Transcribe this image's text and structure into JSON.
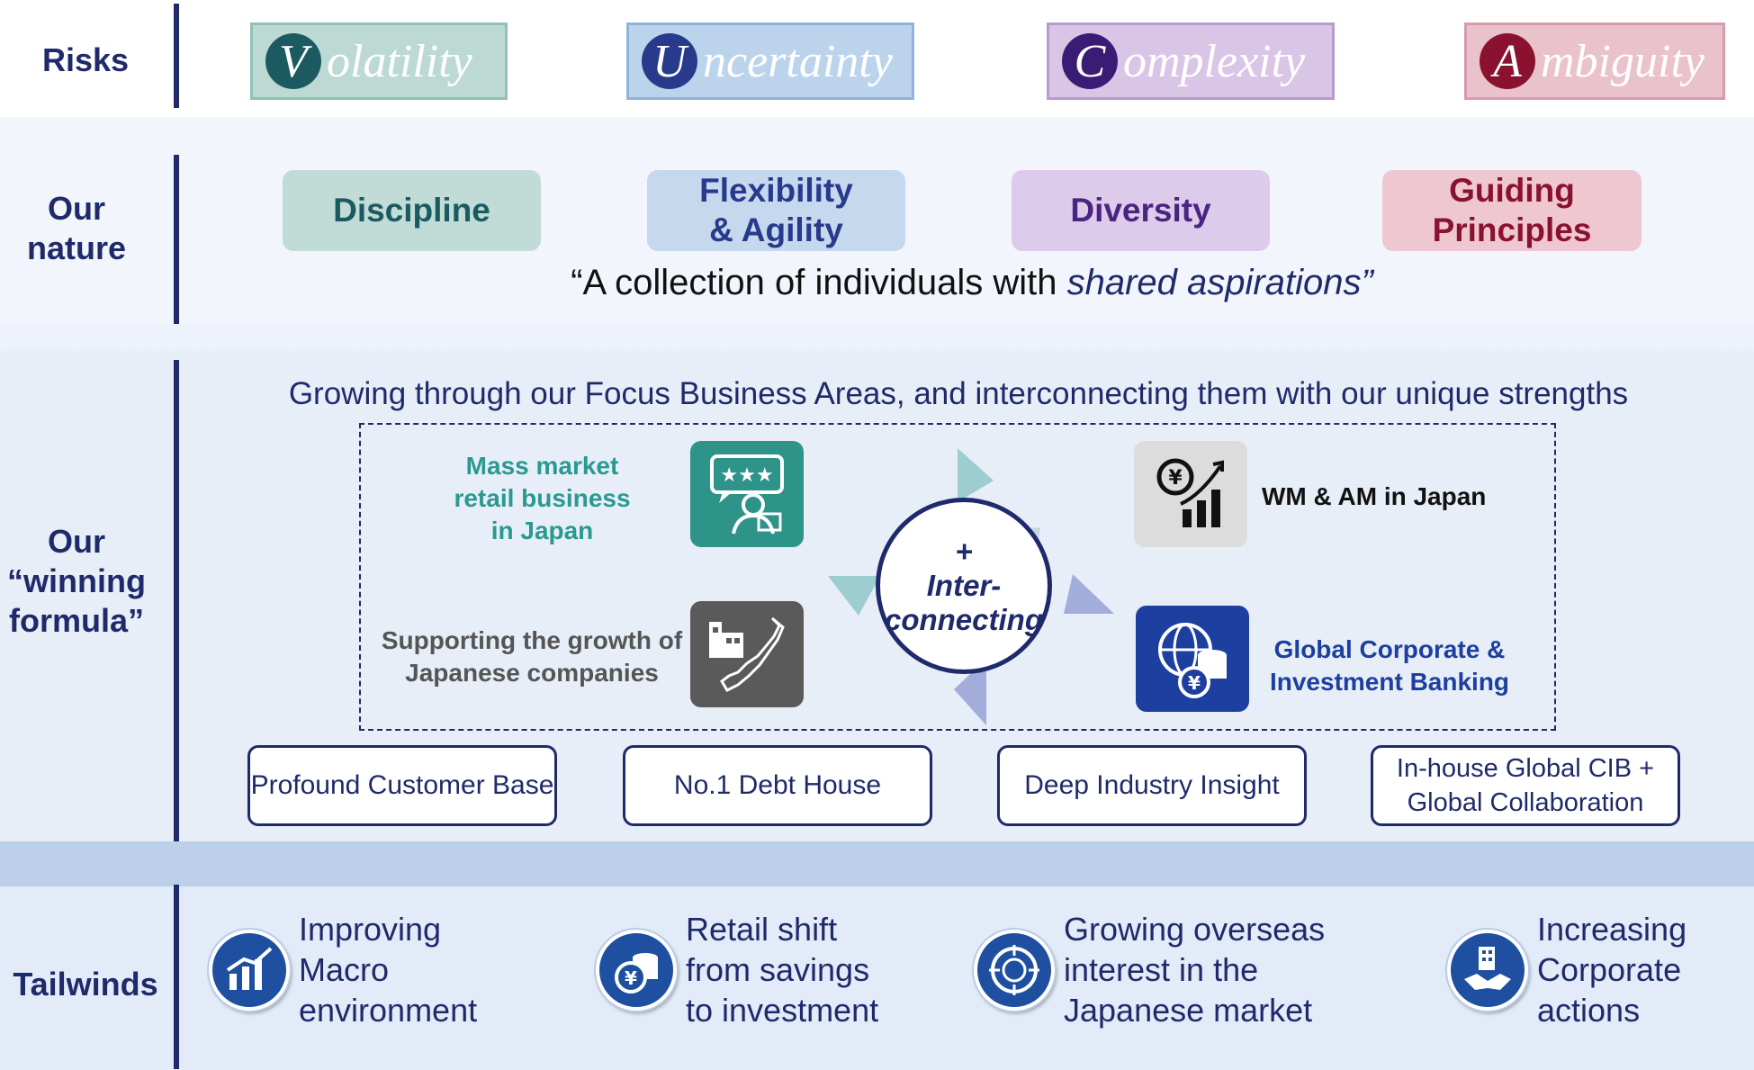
{
  "rows": {
    "risks": "Risks",
    "nature": "Our nature",
    "formula": "Our “winning formula”",
    "tailwinds": "Tailwinds"
  },
  "risks": [
    {
      "letter": "V",
      "rest": "olatility",
      "fill": "#bcd9d3",
      "border": "#8fc1b6",
      "circle": "#1c5a62"
    },
    {
      "letter": "U",
      "rest": "ncertainty",
      "fill": "#bcd3ec",
      "border": "#8fb3dc",
      "circle": "#283a8c"
    },
    {
      "letter": "C",
      "rest": "omplexity",
      "fill": "#d9c5e6",
      "border": "#b89ad0",
      "circle": "#3a1c74"
    },
    {
      "letter": "A",
      "rest": "mbiguity",
      "fill": "#e9c2cc",
      "border": "#d99aab",
      "circle": "#8a1230"
    }
  ],
  "nature": [
    {
      "label": "Discipline",
      "fill": "#c1dcd6",
      "color": "#1c5a62"
    },
    {
      "label": "Flexibility & Agility",
      "fill": "#c6d8ee",
      "color": "#283a8c"
    },
    {
      "label": "Diversity",
      "fill": "#dccbea",
      "color": "#4a2480"
    },
    {
      "label": "Guiding Principles",
      "fill": "#efc7d0",
      "color": "#8a1230"
    }
  ],
  "quote": {
    "open": "“A collection of individuals with ",
    "emph": "shared aspirations",
    "close": "”"
  },
  "formula": {
    "heading": "Growing through our Focus Business Areas, and interconnecting them with our unique strengths",
    "businesses": {
      "mass_market": "Mass market retail business in Japan",
      "supporting": "Supporting the growth of Japanese companies",
      "wm_am": "WM & AM in Japan",
      "global_cib": "Global Corporate & Investment Banking"
    },
    "center": {
      "plus": "+",
      "line1": "Inter-",
      "line2": "connecting"
    },
    "strengths": [
      "Profound Customer Base",
      "No.1 Debt House",
      "Deep Industry Insight",
      "In-house Global CIB + Global Collaboration"
    ]
  },
  "tailwinds": [
    {
      "icon": "macro-chart-icon",
      "text": "Improving\nMacro\nenvironment"
    },
    {
      "icon": "yen-coins-icon",
      "text": "Retail shift\nfrom savings\nto investment"
    },
    {
      "icon": "japan-target-icon",
      "text": "Growing overseas\ninterest in the\nJapanese market"
    },
    {
      "icon": "handshake-building-icon",
      "text": "Increasing\nCorporate\nactions"
    }
  ],
  "colors": {
    "navy": "#1f2a6b",
    "teal": "#2a9a90",
    "grey": "#555555",
    "global_blue": "#1d3fa0"
  }
}
